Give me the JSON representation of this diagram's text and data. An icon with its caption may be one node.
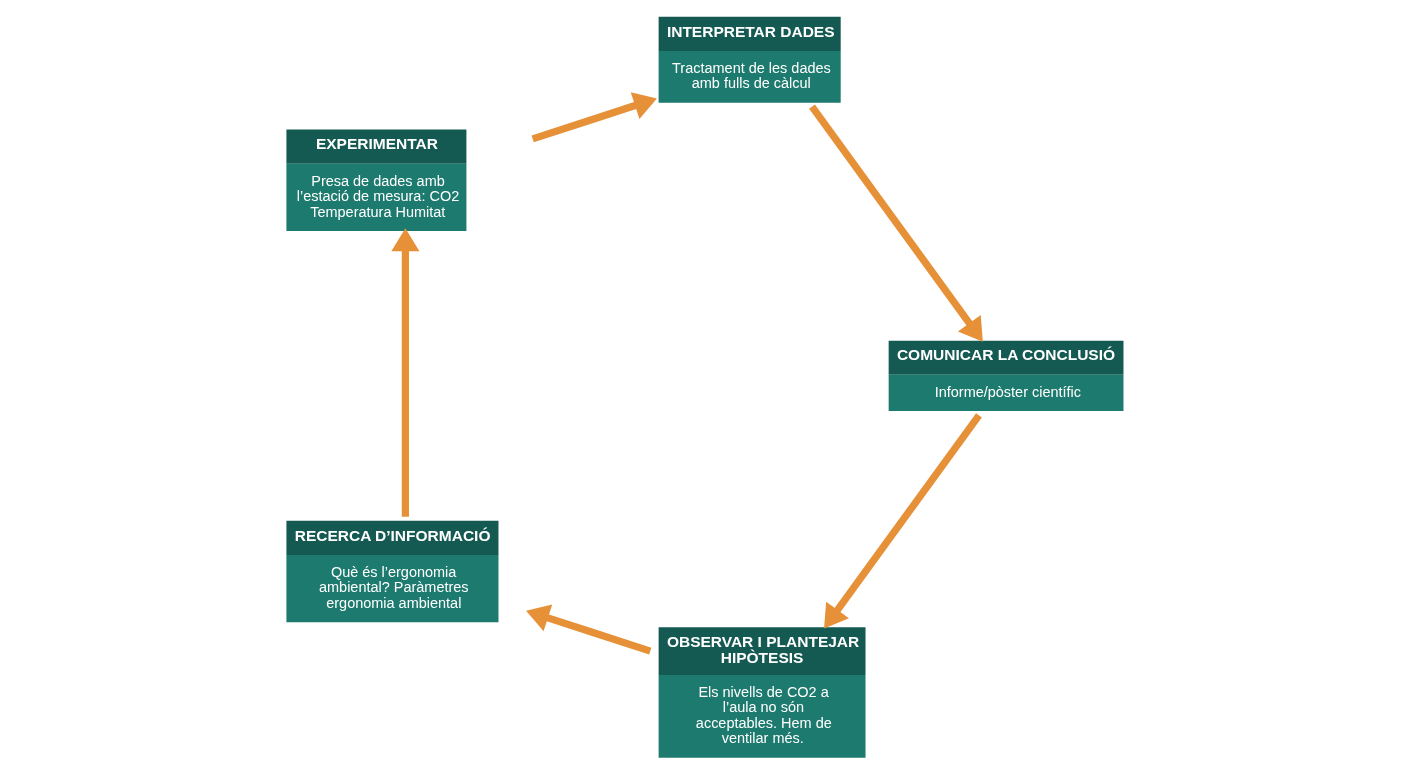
{
  "diagram": {
    "nodes": [
      {
        "text": [
          "OBSERVAR I PLANTEJAR HIPÒTESIS",
          "Els nivells de CO2 a l’aula no són acceptables. Hem de ventilar més."
        ]
      },
      {
        "text": [
          "RECERCA D’INFORMACIÓ",
          "Què és l’ergonomia ambiental? Paràmetres ergonomia ambiental"
        ]
      },
      {
        "text": [
          "EXPERIMENTAR",
          "Presa de dades amb l’estació de mesura: CO2 Temperatura Humitat"
        ]
      },
      {
        "text": [
          "INTERPRETAR DADES",
          "Tractament de les dades amb fulls de càlcul"
        ]
      },
      {
        "text": [
          "COMUNICAR LA CONCLUSIÓ",
          "Informe/pòster científic"
        ]
      }
    ],
    "edges": [
      {
        "from": 0,
        "to": 1,
        "arrow": "to"
      },
      {
        "from": 1,
        "to": 2,
        "arrow": "to"
      },
      {
        "from": 2,
        "to": 3,
        "arrow": "to"
      },
      {
        "from": 3,
        "to": 4,
        "arrow": "to"
      },
      {
        "from": 4,
        "to": 0,
        "arrow": "to"
      }
    ]
  }
}
